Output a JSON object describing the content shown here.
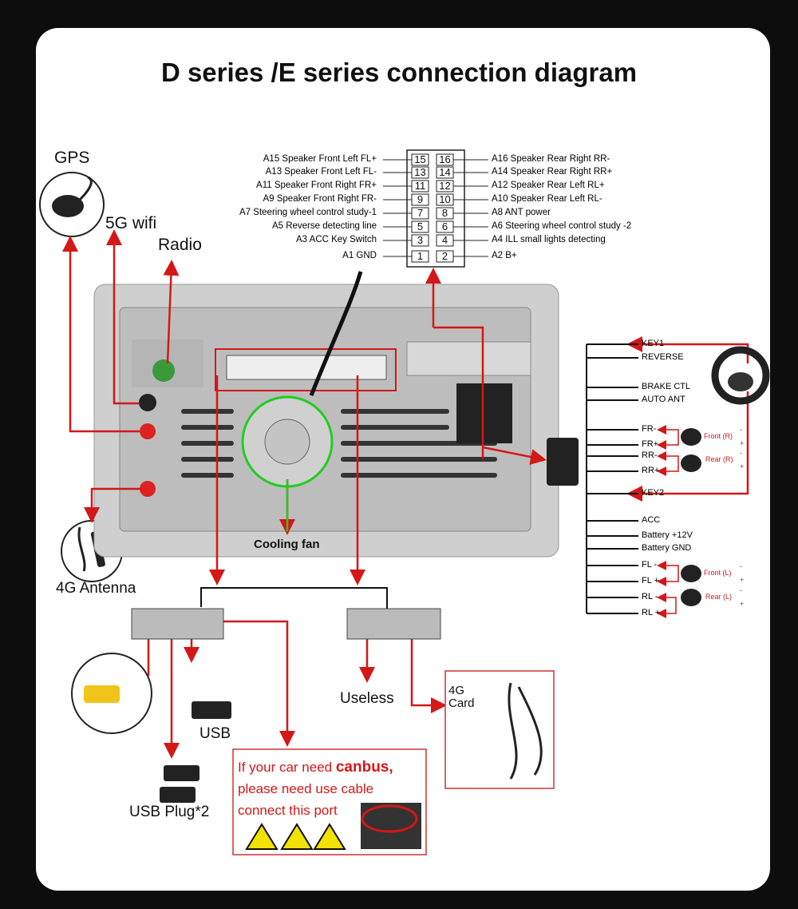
{
  "title": "D series /E series connection diagram",
  "labels": {
    "gps": "GPS",
    "wifi": "5G wifi",
    "radio": "Radio",
    "antenna_4g": "4G Antenna",
    "cooling_fan": "Cooling fan",
    "usb": "USB",
    "usb_plug": "USB Plug*2",
    "useless": "Useless",
    "card_4g_line1": "4G",
    "card_4g_line2": "Card"
  },
  "canbus_note": {
    "line1_prefix": "If your car need ",
    "line1_bold": "canbus",
    "line1_suffix": ",",
    "line2": "please need use cable",
    "line3": "connect this port"
  },
  "pinout": {
    "left": [
      {
        "label": "A15  Speaker Front Left FL+",
        "pin": "15"
      },
      {
        "label": "A13  Speaker Front Left FL-",
        "pin": "13"
      },
      {
        "label": "A11  Speaker Front Right FR+",
        "pin": "11"
      },
      {
        "label": "A9    Speaker Front Right FR-",
        "pin": "9"
      },
      {
        "label": "A7  Steering wheel control study-1",
        "pin": "7"
      },
      {
        "label": "A5   Reverse detecting line",
        "pin": "5"
      },
      {
        "label": "A3 ACC Key Switch",
        "pin": "3"
      },
      {
        "label": "A1 GND",
        "pin": "1"
      }
    ],
    "right": [
      {
        "label": "A16 Speaker Rear Right RR-",
        "pin": "16"
      },
      {
        "label": "A14 Speaker Rear Right RR+",
        "pin": "14"
      },
      {
        "label": "A12 Speaker Rear Left RL+",
        "pin": "12"
      },
      {
        "label": "A10 Speaker Rear Left RL-",
        "pin": "10"
      },
      {
        "label": "A8   ANT power",
        "pin": "8"
      },
      {
        "label": "A6   Steering wheel control study -2",
        "pin": "6"
      },
      {
        "label": "A4   ILL small lights detecting",
        "pin": "4"
      },
      {
        "label": "A2   B+",
        "pin": "2"
      }
    ]
  },
  "harness_wires": [
    "KEY1",
    "REVERSE",
    "BRAKE CTL",
    "AUTO ANT",
    "FR-",
    "FR+",
    "RR-",
    "RR+",
    "KEY2",
    "ACC",
    "Battery +12V",
    "Battery GND",
    "FL -",
    "FL +",
    "RL -",
    "RL +"
  ],
  "speakers": [
    {
      "label": "Front (R)",
      "minus": "-",
      "plus": "+"
    },
    {
      "label": "Rear (R)",
      "minus": "-",
      "plus": "+"
    },
    {
      "label": "Front (L)",
      "minus": "-",
      "plus": "+"
    },
    {
      "label": "Rear (L)",
      "minus": "-",
      "plus": "+"
    }
  ],
  "colors": {
    "arrow": "#d41717",
    "fan_highlight": "#22cc22",
    "panel": "#c9c9c9",
    "warning": "#f2e200"
  }
}
